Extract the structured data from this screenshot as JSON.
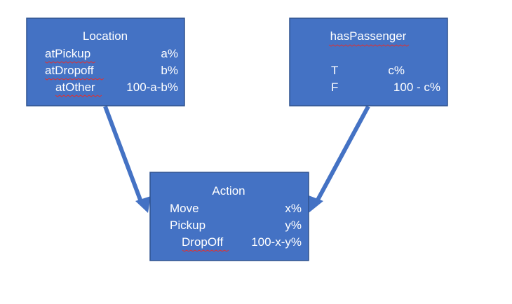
{
  "diagram": {
    "nodes": {
      "location": {
        "title": "Location",
        "rows": [
          {
            "label": "atPickup",
            "value": "a%"
          },
          {
            "label": "atDropoff",
            "value": "b%"
          },
          {
            "label": "atOther",
            "value": "100-a-b%"
          }
        ]
      },
      "hasPassenger": {
        "title": "hasPassenger",
        "rows": [
          {
            "label": "T",
            "value": "c%"
          },
          {
            "label": "F",
            "value": "100 - c%"
          }
        ]
      },
      "action": {
        "title": "Action",
        "rows": [
          {
            "label": "Move",
            "value": "x%"
          },
          {
            "label": "Pickup",
            "value": "y%"
          },
          {
            "label": "DropOff",
            "value": "100-x-y%"
          }
        ]
      }
    },
    "edges": [
      {
        "from": "Location",
        "to": "Action"
      },
      {
        "from": "hasPassenger",
        "to": "Action"
      }
    ],
    "colors": {
      "node_fill": "#4472c4",
      "node_border": "#2f528f",
      "edge": "#4472c4",
      "text": "#ffffff",
      "spellcheck_underline": "#e03131"
    }
  }
}
